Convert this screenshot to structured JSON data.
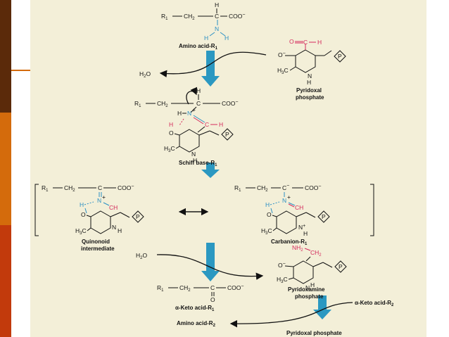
{
  "diagram": {
    "top": {
      "R1": "R",
      "sub1": "1",
      "CH2": "CH",
      "sub2": "2",
      "C": "C",
      "COO": "COO",
      "minus": "−",
      "H": "H",
      "N": "N",
      "NH_H": "H",
      "label": "Amino acid-R",
      "label_sub": "1"
    },
    "plp": {
      "O": "O",
      "C": "C",
      "H": "H",
      "Ominus": "O",
      "minus": "−",
      "H3C": "H",
      "H3C_sub": "3",
      "H3C_c": "C",
      "N": "N",
      "H_ring": "H",
      "P": "P",
      "label1": "Pyridoxal",
      "label2": "phosphate"
    },
    "water1": {
      "H2O": "H",
      "sub": "2",
      "O": "O"
    },
    "schiff": {
      "R1": "R",
      "sub1": "1",
      "CH2": "CH",
      "sub2": "2",
      "C": "C",
      "COO": "COO",
      "minus": "−",
      "H": "H",
      "NH": "H",
      "N": "N",
      "plus": "+",
      "Cim": "C",
      "Him": "H",
      "Hbond": "H",
      "Oring": "O",
      "H3C": "H",
      "H3C_sub": "3",
      "H3C_c": "C",
      "Nring": "N",
      "Hring": "H",
      "P": "P",
      "label": "Schiff base-R",
      "label_sub": "1"
    },
    "quinonoid": {
      "R1": "R",
      "sub1": "1",
      "CH2": "CH",
      "sub2": "2",
      "C": "C",
      "COO": "COO",
      "minus": "−",
      "N": "N",
      "plus": "+",
      "CH": "CH",
      "Hbond": "H",
      "Oring": "O",
      "H3C": "H",
      "H3C_sub": "3",
      "H3C_c": "C",
      "Nring": "N",
      "Hring": "H",
      "P": "P",
      "label1": "Quinonoid",
      "label2": "intermediate"
    },
    "carbanion": {
      "R1": "R",
      "sub1": "1",
      "CH2": "CH",
      "sub2": "2",
      "C": "C",
      "COO": "COO",
      "minus": "−",
      "N": "N",
      "plus": "+",
      "CH": "CH",
      "Hbond": "H",
      "Oring": "O",
      "H3C": "H",
      "H3C_sub": "3",
      "H3C_c": "C",
      "Nring": "N",
      "Hring": "H",
      "P": "P",
      "label1": "Carbanion-R",
      "label_sub": "1"
    },
    "water2": {
      "H2O": "H",
      "sub": "2",
      "O": "O"
    },
    "pmp": {
      "NH2": "NH",
      "NH2_sub": "2",
      "CH2": "CH",
      "CH2_sub": "2",
      "Ominus": "O",
      "minus": "−",
      "H3C": "H",
      "H3C_sub": "3",
      "H3C_c": "C",
      "Nring": "N",
      "Hring": "H",
      "P": "P",
      "label1": "Pyridoxamine",
      "label2": "phosphate"
    },
    "keto1": {
      "R1": "R",
      "sub1": "1",
      "CH2": "CH",
      "sub2": "2",
      "C": "C",
      "COO": "COO",
      "minus": "−",
      "O": "O",
      "label": "α-Keto acid-R",
      "label_sub": "1"
    },
    "bottom": {
      "keto2": "α-Keto acid-R",
      "keto2_sub": "2",
      "amino2": "Amino acid-R",
      "amino2_sub": "2",
      "plp_label": "Pyridoxal phosphate"
    }
  }
}
